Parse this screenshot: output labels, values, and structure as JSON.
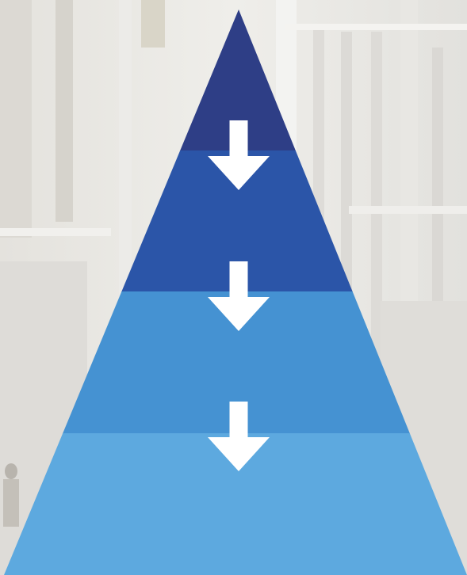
{
  "diagram": {
    "type": "pyramid",
    "direction": "top-down",
    "tiers": [
      {
        "color": "#2e3e86"
      },
      {
        "color": "#2b55a8"
      },
      {
        "color": "#4592d2"
      },
      {
        "color": "#5da9df"
      }
    ],
    "arrows": {
      "count": 3,
      "color": "#ffffff"
    }
  },
  "background": {
    "kind": "faded-photo",
    "subject": "building-facade",
    "base_color": "#e9e8e4"
  }
}
